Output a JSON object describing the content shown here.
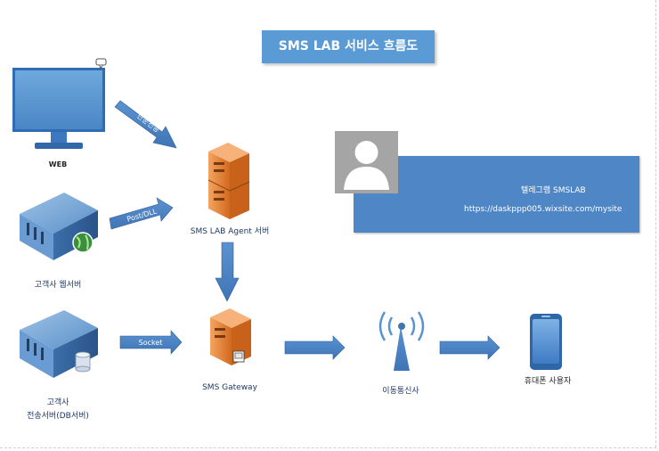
{
  "title": "SMS LAB 서비스 흐름도",
  "nodes": {
    "web": "WEB",
    "web_server": "고객사 웹서버",
    "agent": "SMS LAB Agent 서버",
    "db_server_line1": "고객사",
    "db_server_line2": "전송서버(DB서버)",
    "gateway": "SMS Gateway",
    "carrier": "이동통신사",
    "phone": "휴대폰 사용자"
  },
  "arrows": {
    "web_to_agent": "단문전송",
    "server_to_agent": "Post/DLL",
    "db_to_gateway": "Socket"
  },
  "info": {
    "telegram": "텔레그램 SMSLAB",
    "url": "https://daskppp005.wixsite.com/mysite"
  },
  "colors": {
    "accent": "#5b9bd5",
    "info_box": "#4f86c6",
    "arrow": "#4f86c6",
    "server_orange": "#e98a3a"
  }
}
